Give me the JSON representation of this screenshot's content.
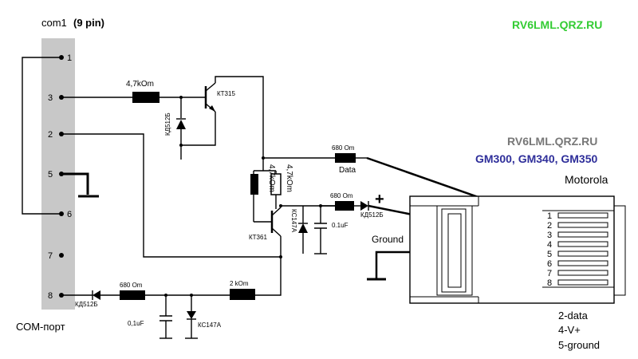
{
  "title_green": "RV6LML.QRZ.RU",
  "com_header": {
    "prefix": "com1",
    "suffix": "(9 pin)"
  },
  "com_caption": "СОМ-порт",
  "com_pins": [
    "1",
    "3",
    "2",
    "5",
    "6",
    "7",
    "8"
  ],
  "components": {
    "r_top": "4,7kOm",
    "transistor_top": "КТ315",
    "diode_top": "КД512Б",
    "r_vert_1": "4,7kOm",
    "r_vert_2": "4,7kOm",
    "transistor_mid": "КТ361",
    "zener_mid": "КС147А",
    "r_data": "680 Om",
    "data_label": "Data",
    "r_plus": "680 Om",
    "diode_plus": "КД512Б",
    "plus_sign": "+",
    "cap_mid": "0.1uF",
    "ground_label": "Ground",
    "r_bottom_680": "680 Om",
    "r_bottom_2k": "2 kOm",
    "diode_bottom": "КД512Б",
    "cap_bottom": "0,1uF",
    "zener_bottom": "КС147А"
  },
  "right_panel": {
    "site": "RV6LML.QRZ.RU",
    "models": "GM300, GM340, GM350",
    "brand": "Motorola",
    "connector_pins": [
      "1",
      "2",
      "3",
      "4",
      "5",
      "6",
      "7",
      "8"
    ],
    "notes": [
      "2-data",
      "4-V+",
      "5-ground"
    ]
  },
  "colors": {
    "green": "#33cc33",
    "blue": "#2e2e9a",
    "gray": "#777777",
    "port": "#c8c8c8"
  }
}
